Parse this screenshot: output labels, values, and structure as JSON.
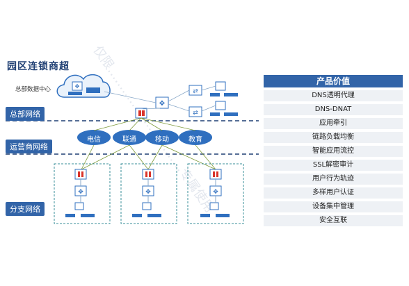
{
  "title": "园区连锁商超",
  "watermark": "仅限…………………………专属使用",
  "regions": {
    "hq": "总部网络",
    "isp": "运营商网络",
    "branch": "分支网络"
  },
  "hq_dc_label": "总部数据中心",
  "carriers": [
    "电信",
    "联通",
    "移动",
    "教育"
  ],
  "panel": {
    "header": "产品价值",
    "items": [
      "DNS透明代理",
      "DNS-DNAT",
      "应用牵引",
      "链路负载均衡",
      "智能应用流控",
      "SSL解密审计",
      "用户行为轨迹",
      "多样用户认证",
      "设备集中管理",
      "安全互联"
    ]
  },
  "colors": {
    "accent": "#3264a8",
    "cloud": "#2f6fbf",
    "dc_cloud": "#eaf2fb",
    "firewall": "#d9342b",
    "panel_row": "#eef1f5"
  },
  "icons": [
    "switch-icon",
    "router-icon",
    "firewall-icon",
    "server-icon",
    "cloud-icon"
  ]
}
